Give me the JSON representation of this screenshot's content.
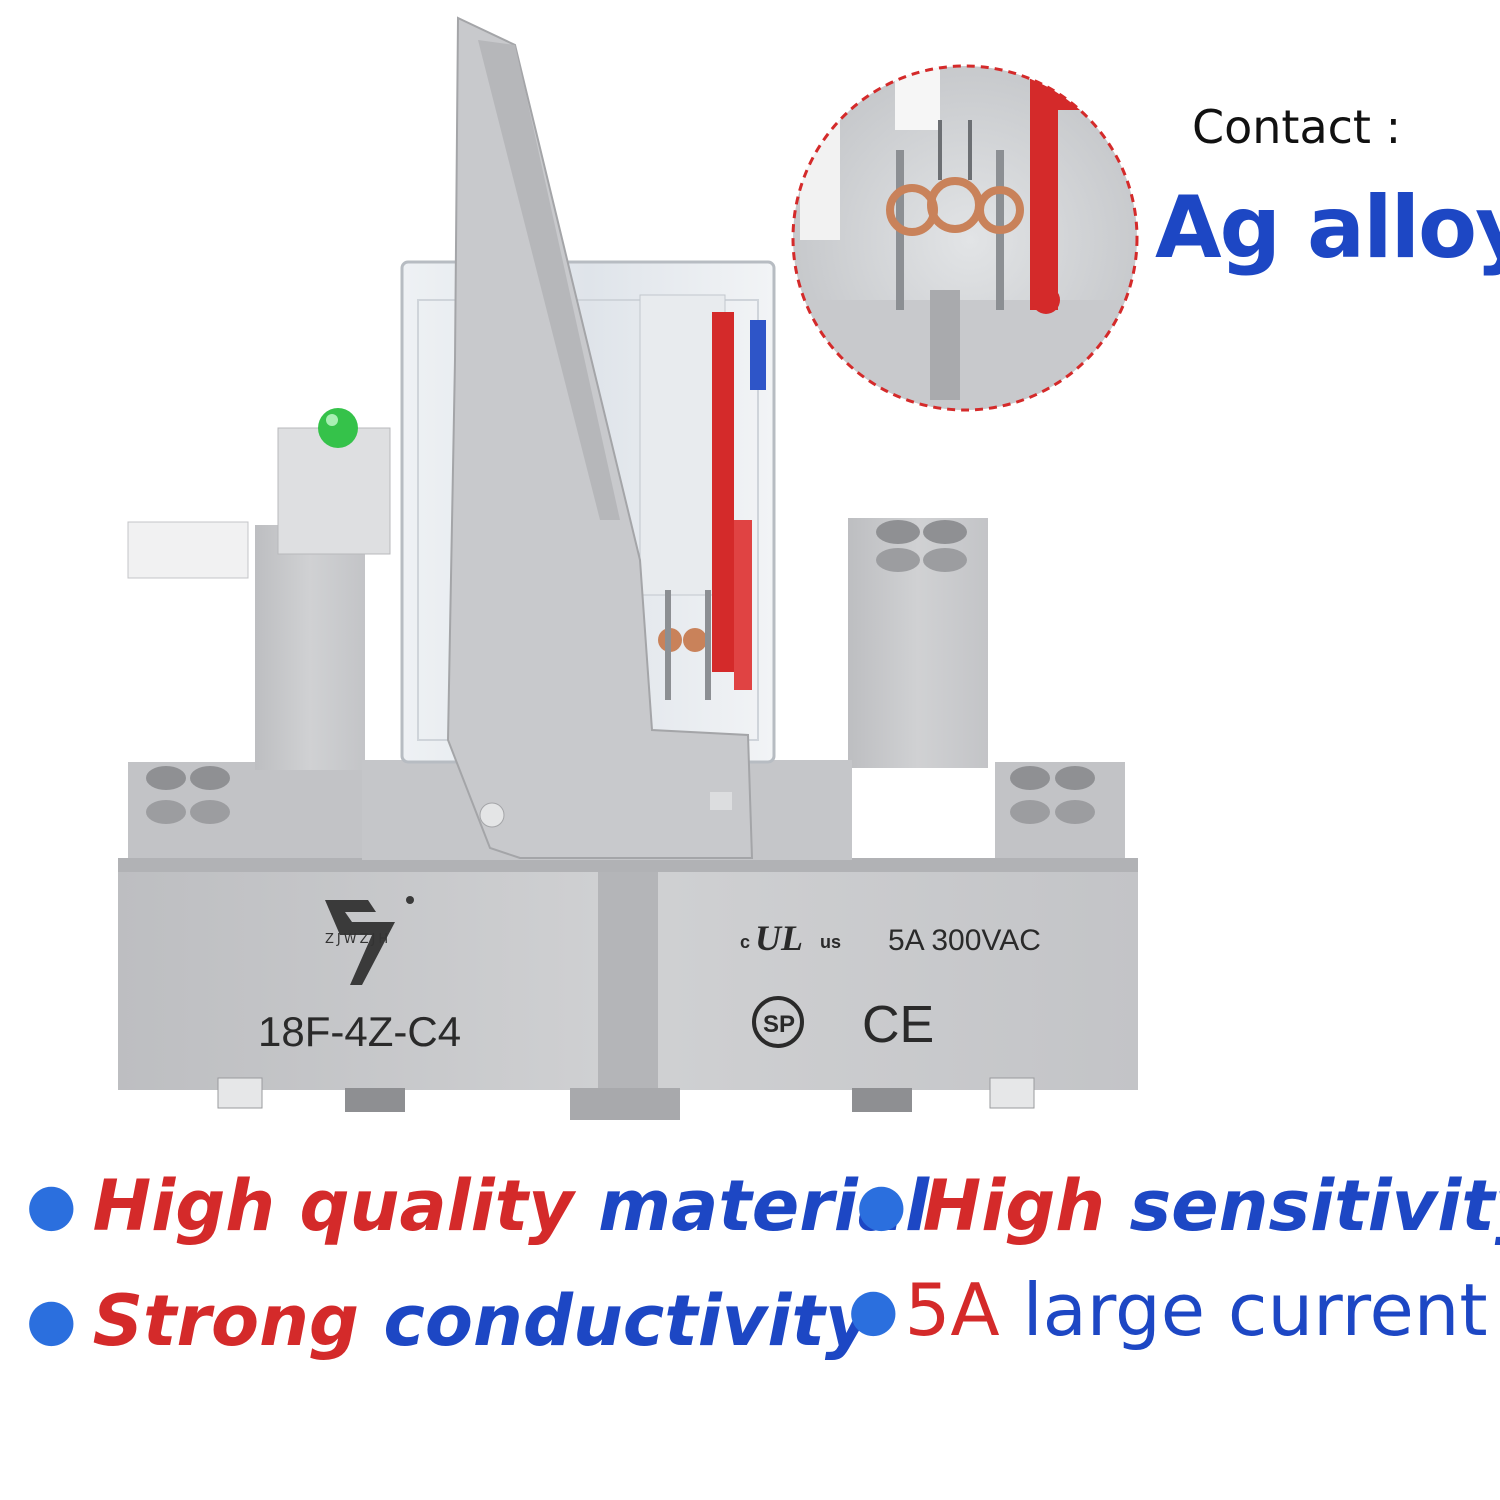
{
  "colors": {
    "red": "#d42a2a",
    "blue": "#1d47c4",
    "dot_blue": "#2b6fde",
    "housing_gray": "#c9cacc",
    "housing_dark": "#a9aaad",
    "led_green": "#35c24a"
  },
  "callout": {
    "label": "Contact :",
    "value": "Ag alloy"
  },
  "product": {
    "logo_text": "ZJWZJH",
    "model": "18F-4Z-C4",
    "rating": "5A 300VAC",
    "cert_c": "c",
    "cert_ul": "UL",
    "cert_us": "us",
    "cert_csa": "SP",
    "cert_ce": "CE"
  },
  "features": [
    {
      "bullet": "●",
      "parts": [
        "High quality",
        "material"
      ]
    },
    {
      "bullet": "●",
      "parts": [
        "High",
        "sensitivity"
      ]
    },
    {
      "bullet": "●",
      "parts": [
        "Strong",
        "conductivity"
      ]
    },
    {
      "bullet": "●",
      "parts": [
        "5A",
        "large current"
      ]
    }
  ]
}
